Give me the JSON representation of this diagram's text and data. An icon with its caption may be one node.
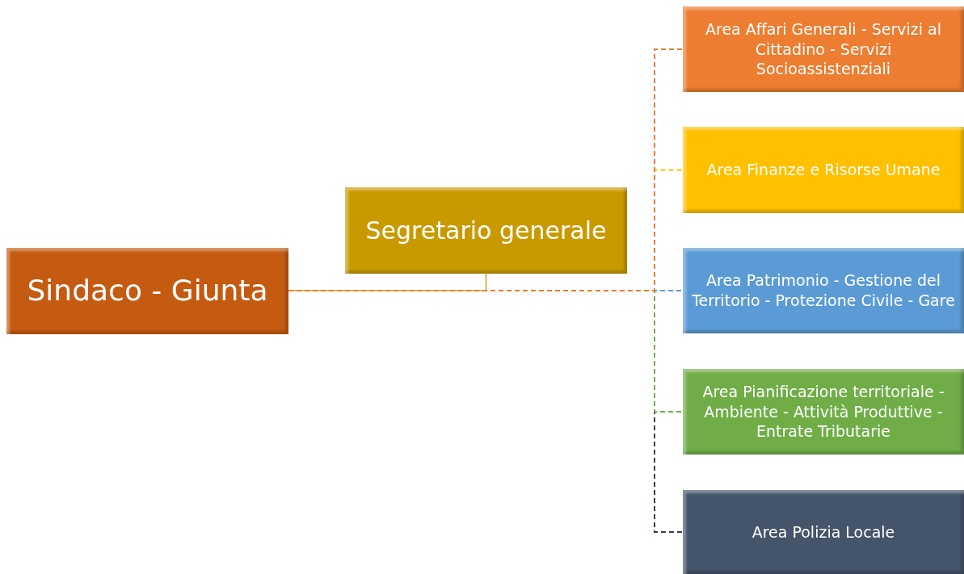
{
  "diagram": {
    "nodes": [
      {
        "text": [
          "Sindaco - Giunta"
        ]
      },
      {
        "text": [
          "Segretario generale"
        ]
      },
      {
        "text": [
          "Area Affari Generali - Servizi al Cittadino - Servizi Socioassistenziali"
        ]
      },
      {
        "text": [
          "Area Finanze e Risorse Umane"
        ]
      },
      {
        "text": [
          "Area Patrimonio - Gestione del Territorio - Protezione Civile - Gare"
        ]
      },
      {
        "text": [
          "Area Pianificazione territoriale - Ambiente - Attività Produttive - Entrate Tributarie"
        ]
      },
      {
        "text": [
          "Area Polizia Locale"
        ]
      }
    ],
    "edges": [
      {
        "from": 1,
        "to": 0,
        "arrow": "none",
        "color": "#d4a017"
      },
      {
        "from": 0,
        "to": 6,
        "arrow": "none",
        "style": "dashed",
        "color": "#333f50"
      },
      {
        "from": 0,
        "to": 5,
        "arrow": "none",
        "style": "dashed",
        "color": "#70ad47"
      },
      {
        "from": 0,
        "to": 4,
        "arrow": "none",
        "style": "dashed",
        "color": "#5b9bd5"
      },
      {
        "from": 0,
        "to": 3,
        "arrow": "none",
        "style": "dashed",
        "color": "#ffc000"
      },
      {
        "from": 0,
        "to": 2,
        "arrow": "none",
        "style": "dashed",
        "color": "#ed7d31"
      }
    ]
  }
}
